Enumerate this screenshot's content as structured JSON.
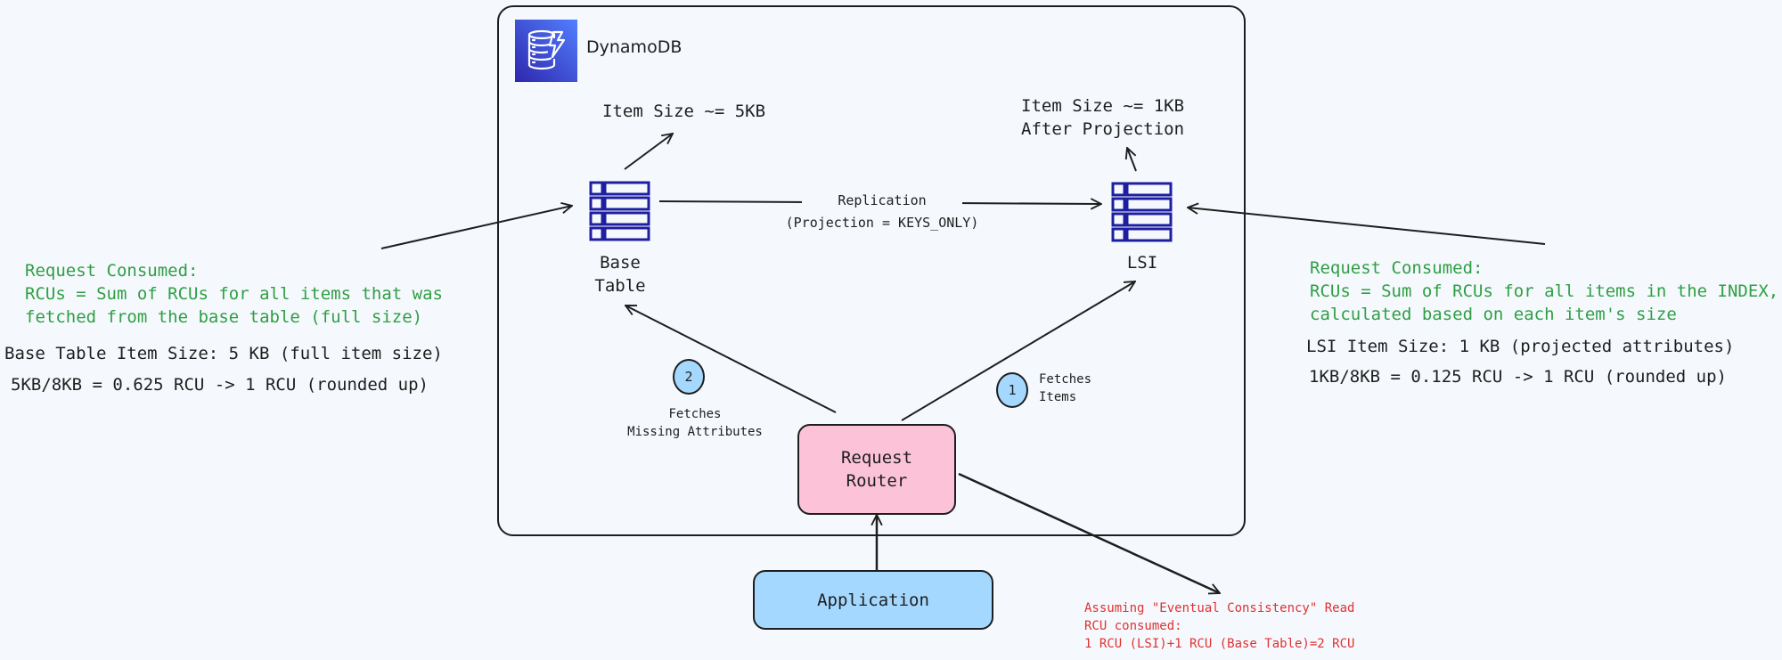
{
  "service": {
    "name": "DynamoDB",
    "icon": "dynamodb-icon"
  },
  "nodes": {
    "base_table": {
      "label": "Base\nTable",
      "icon": "table-icon",
      "annotation": "Item Size ~= 5KB"
    },
    "lsi": {
      "label": "LSI",
      "icon": "table-icon",
      "annotation": "Item Size ~= 1KB\nAfter Projection"
    },
    "request_router": {
      "label": "Request\nRouter",
      "color": "#fcc2d7"
    },
    "application": {
      "label": "Application",
      "color": "#a5d8ff"
    }
  },
  "edges": {
    "replication": {
      "label": "Replication",
      "sublabel": "(Projection = KEYS_ONLY)"
    },
    "fetch_items": {
      "step": "1",
      "label": "Fetches\nItems"
    },
    "fetch_missing": {
      "step": "2",
      "label": "Fetches\nMissing Attributes"
    }
  },
  "left_note": {
    "title": "Request Consumed:",
    "body": "RCUs = Sum of RCUs for all items that was\nfetched from the base table (full size)",
    "size_line": "Base Table Item Size: 5 KB (full item size)",
    "calc_line": "5KB/8KB = 0.625 RCU -> 1 RCU (rounded up)"
  },
  "right_note": {
    "title": "Request Consumed:",
    "body": "RCUs = Sum of RCUs for all items in the INDEX,\ncalculated based on each item's size",
    "size_line": "LSI Item Size: 1 KB (projected attributes)",
    "calc_line": "1KB/8KB = 0.125 RCU -> 1 RCU (rounded up)"
  },
  "summary_note": {
    "line1": "Assuming \"Eventual Consistency\" Read",
    "line2": "RCU consumed:",
    "line3": "1 RCU (LSI)+1 RCU (Base Table)=2 RCU"
  },
  "colors": {
    "green_text": "#2f9e44",
    "red_text": "#e03131",
    "table_icon": "#1e1ea0",
    "badge_fill": "#a5d8ff"
  }
}
